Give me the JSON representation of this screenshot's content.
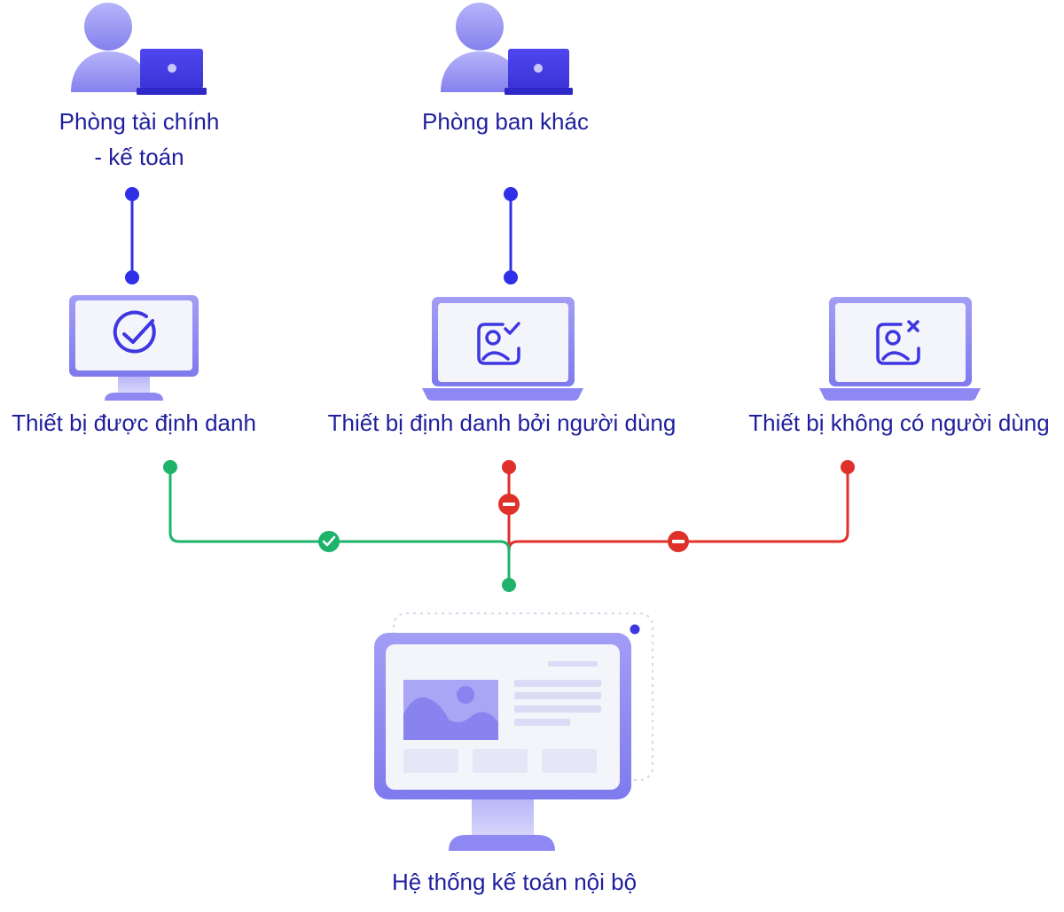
{
  "nodes": {
    "finance_department": {
      "label_line1": "Phòng tài chính",
      "label_line2": "- kế toán",
      "icon": "user-with-laptop-icon"
    },
    "other_departments": {
      "label": "Phòng ban khác",
      "icon": "user-with-laptop-icon"
    },
    "identified_device": {
      "label": "Thiết bị được định danh",
      "icon": "check-circle-monitor-icon"
    },
    "user_identified_device": {
      "label": "Thiết bị định danh bởi người dùng",
      "icon": "user-check-laptop-icon"
    },
    "no_user_device": {
      "label": "Thiết bị không có người dùng",
      "icon": "user-x-laptop-icon"
    },
    "internal_accounting_system": {
      "label": "Hệ thống kế toán nội bộ",
      "icon": "dashboard-monitor-icon"
    }
  },
  "edges": [
    {
      "from": "finance_department",
      "to": "identified_device",
      "status": "link"
    },
    {
      "from": "other_departments",
      "to": "user_identified_device",
      "status": "link"
    },
    {
      "from": "identified_device",
      "to": "internal_accounting_system",
      "status": "allowed",
      "icon": "check-icon"
    },
    {
      "from": "user_identified_device",
      "to": "internal_accounting_system",
      "status": "blocked",
      "icon": "minus-icon"
    },
    {
      "from": "no_user_device",
      "to": "internal_accounting_system",
      "status": "blocked",
      "icon": "minus-icon"
    }
  ],
  "colors": {
    "text": "#1f1f9e",
    "link": "#2f2fe8",
    "allowed": "#1db36a",
    "blocked": "#e0302a",
    "device_frame": "#8d88f2",
    "device_screen": "#f4f4fb"
  }
}
